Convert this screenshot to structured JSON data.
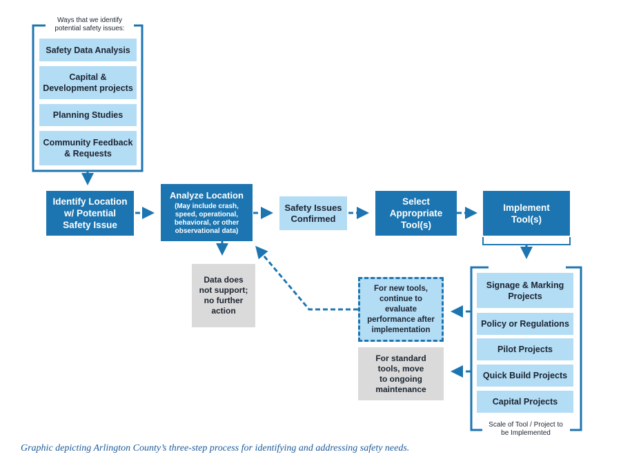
{
  "sources": {
    "heading": "Ways that we identify\npotential safety issues:",
    "items": [
      "Safety Data Analysis",
      "Capital &\nDevelopment projects",
      "Planning Studies",
      "Community Feedback\n& Requests"
    ]
  },
  "steps": {
    "identify": "Identify Location\nw/ Potential\nSafety Issue",
    "analyze_title": "Analyze Location",
    "analyze_sub": "(May include crash,\nspeed, operational,\nbehavioral, or other\nobservational data)",
    "confirmed": "Safety Issues\nConfirmed",
    "select": "Select\nAppropriate\nTool(s)",
    "implement": "Implement\nTool(s)"
  },
  "no_action": "Data does\nnot support;\nno further\naction",
  "new_tools": "For new tools,\ncontinue to\nevaluate\nperformance after\nimplementation",
  "standard_tools": "For standard\ntools, move\nto ongoing\nmaintenance",
  "tools": {
    "items": [
      "Signage & Marking\nProjects",
      "Policy or Regulations",
      "Pilot Projects",
      "Quick Build Projects",
      "Capital Projects"
    ],
    "footer": "Scale of Tool / Project to\nbe Implemented"
  },
  "caption": "Graphic depicting Arlington County’s three-step process for identifying and addressing safety needs.",
  "colors": {
    "dark_blue": "#1c75b0",
    "light_blue": "#b3dcf5",
    "gray": "#dadada",
    "caption": "#1c5a9a"
  }
}
